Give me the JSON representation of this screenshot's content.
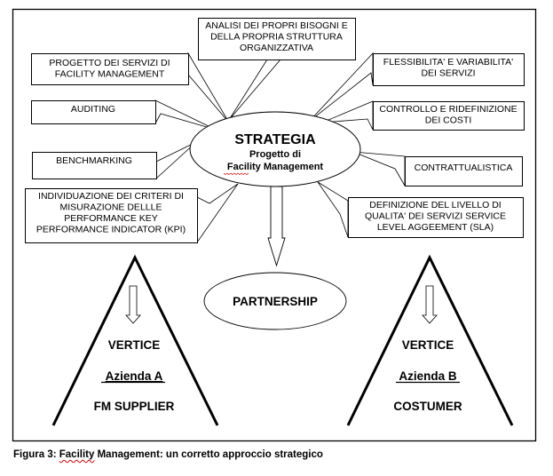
{
  "figure": {
    "caption": {
      "prefix": "Figura 3: ",
      "misspelled_word": "Facility",
      "suffix": " Management:  un corretto approccio  strategico"
    },
    "center": {
      "title": "STRATEGIA",
      "subtitle_line1": "Progetto di",
      "subtitle_line2_word1": "Facility",
      "subtitle_line2_word2": " Management"
    },
    "partnership": {
      "label": "PARTNERSHIP"
    },
    "left_boxes": [
      {
        "id": "progetto",
        "lines": [
          "PROGETTO DEI SERVIZI DI",
          "FACILITY MANAGEMENT"
        ]
      },
      {
        "id": "auditing",
        "lines": [
          "AUDITING"
        ]
      },
      {
        "id": "benchmarking",
        "lines": [
          "BENCHMARKING"
        ]
      },
      {
        "id": "kpi",
        "lines": [
          "INDIVIDUAZIONE DEI CRITERI DI",
          "MISURAZIONE DELLLE",
          "PERFORMANCE  KEY",
          "PERFORMANCE INDICATOR (KPI)"
        ]
      }
    ],
    "top_box": {
      "id": "analisi",
      "lines": [
        "ANALISI DEI PROPRI BISOGNI E",
        "DELLA PROPRIA STRUTTURA",
        "ORGANIZZATIVA"
      ]
    },
    "right_boxes": [
      {
        "id": "flessibilita",
        "lines": [
          "FLESSIBILITA'  E VARIABILITA'",
          "DEI SERVIZI"
        ]
      },
      {
        "id": "controllo",
        "lines": [
          "CONTROLLO E RIDEFINIZIONE",
          "DEI COSTI"
        ]
      },
      {
        "id": "contrattualistica",
        "lines": [
          "CONTRATTUALISTICA"
        ]
      },
      {
        "id": "sla",
        "lines": [
          "DEFINIZIONE DEL LIVELLO  DI",
          "QUALITA' DEI SERVIZI  SERVICE",
          "LEVEL AGGEEMENT (SLA)"
        ]
      }
    ],
    "pyramids": [
      {
        "id": "a",
        "line1": "VERTICE",
        "line2": "Azienda A",
        "line3": "FM SUPPLIER"
      },
      {
        "id": "b",
        "line1": "VERTICE",
        "line2": "Azienda B",
        "line3": "COSTUMER"
      }
    ],
    "colors": {
      "line": "#000000",
      "background": "#ffffff",
      "spellcheck": "#d00000"
    }
  }
}
